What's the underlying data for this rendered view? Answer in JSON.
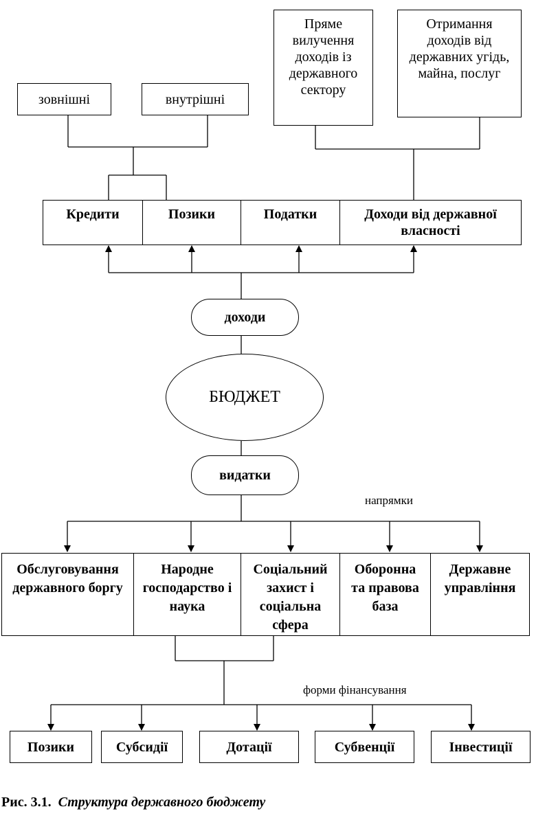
{
  "top_sources": {
    "external": "зовнішні",
    "internal": "внутрішні",
    "direct_withdrawal": "Пряме вилучення доходів із державного сектору",
    "income_from_agreements": "Отримання доходів від державних угідь, майна, послуг"
  },
  "income_row": {
    "credits": "Кредити",
    "loans": "Позики",
    "taxes": "Податки",
    "state_property_income": "Доходи від державної власності"
  },
  "income_label": "доходи",
  "budget_label": "БЮДЖЕТ",
  "expenses_label": "видатки",
  "directions_label": "напрямки",
  "expense_row": {
    "debt_service": "Обслуговування державного боргу",
    "economy_science": "Народне господарство і наука",
    "social": "Соціальний захист і соціальна сфера",
    "defense_law": "Оборонна та правова база",
    "administration": "Державне управління"
  },
  "financing_forms_label": "форми фінансування",
  "financing_forms": {
    "loans": "Позики",
    "subsidies": "Субсидії",
    "grants": "Дотації",
    "subventions": "Субвенції",
    "investments": "Інвестиції"
  },
  "caption": {
    "prefix": "Рис. 3.1.",
    "title": "Структура державного бюджету"
  }
}
